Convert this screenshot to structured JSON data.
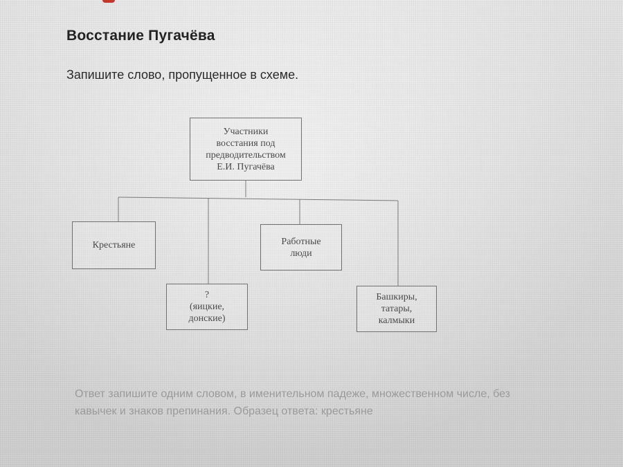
{
  "page": {
    "title": "Восстание Пугачёва",
    "instruction": "Запишите слово, пропущенное в схеме."
  },
  "scheme": {
    "root": "Участники\nвосстания под\nпредводительством\nЕ.И. Пугачёва",
    "children": [
      "Крестьяне",
      "?\n(яицкие,\nдонские)",
      "Работные\nлюди",
      "Башкиры,\nтатары,\nкалмыки"
    ]
  },
  "answer_note": {
    "line1": "Ответ запишите одним словом, в именительном падеже, множественном числе, без",
    "line2": "кавычек и знаков препинания. Образец ответа: крестьяне"
  }
}
